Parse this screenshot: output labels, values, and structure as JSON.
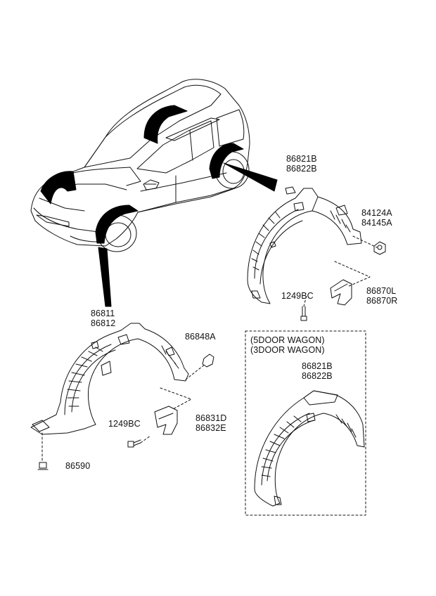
{
  "colors": {
    "ink": "#111111",
    "background": "#ffffff",
    "blackout": "#000000"
  },
  "part_labels": {
    "rear_liner_primary": [
      "86821B",
      "86822B"
    ],
    "rear_nut": [
      "84124A",
      "84145A"
    ],
    "rear_screw": "1249BC",
    "rear_mudguard": [
      "86870L",
      "86870R"
    ],
    "front_liner": [
      "86811",
      "86812"
    ],
    "front_clip": "86848A",
    "front_screw": "1249BC",
    "front_mudguard": [
      "86831D",
      "86832E"
    ],
    "front_bolt": "86590"
  },
  "variant_box": {
    "title_line1": "(5DOOR WAGON)",
    "title_line2": "(3DOOR WAGON)",
    "part_labels": [
      "86821B",
      "86822B"
    ]
  }
}
